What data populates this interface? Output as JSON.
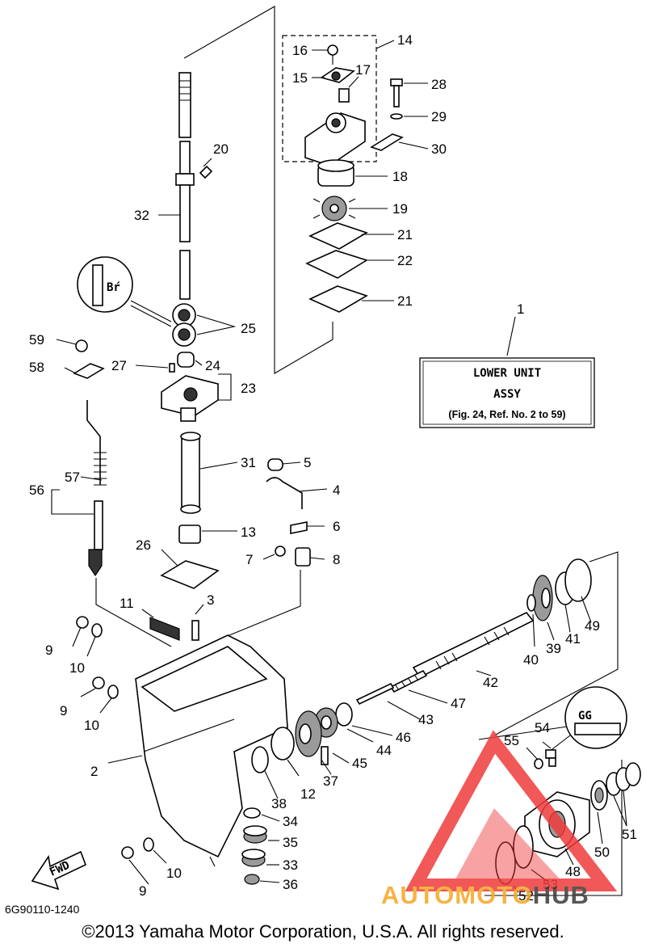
{
  "assembly_label": {
    "line1": "LOWER UNIT",
    "line2": "ASSY",
    "line3": "(Fig. 24, Ref. No. 2 to 59)"
  },
  "callouts": [
    "1",
    "2",
    "3",
    "4",
    "5",
    "6",
    "7",
    "8",
    "9",
    "9",
    "9",
    "10",
    "10",
    "10",
    "11",
    "12",
    "13",
    "14",
    "15",
    "16",
    "17",
    "18",
    "19",
    "20",
    "21",
    "21",
    "22",
    "23",
    "24",
    "25",
    "26",
    "27",
    "28",
    "29",
    "30",
    "31",
    "32",
    "33",
    "34",
    "35",
    "36",
    "37",
    "38",
    "39",
    "40",
    "41",
    "42",
    "43",
    "44",
    "45",
    "46",
    "47",
    "48",
    "49",
    "50",
    "51",
    "52",
    "53",
    "54",
    "55",
    "56",
    "57",
    "58",
    "59"
  ],
  "lubricant_marks": {
    "upper": "Bŕ",
    "lower": "GG"
  },
  "fwd_label": "FWD",
  "part_code": "6G90110-1240",
  "copyright": "©2013 Yamaha Motor Corporation, U.S.A. All rights reserved.",
  "watermark": {
    "text_orange": "AUTOMOTO",
    "text_dark": "HUB",
    "color_orange": "#f5a623",
    "color_dark": "#3a3a3a",
    "color_red": "#ef3b3b"
  }
}
